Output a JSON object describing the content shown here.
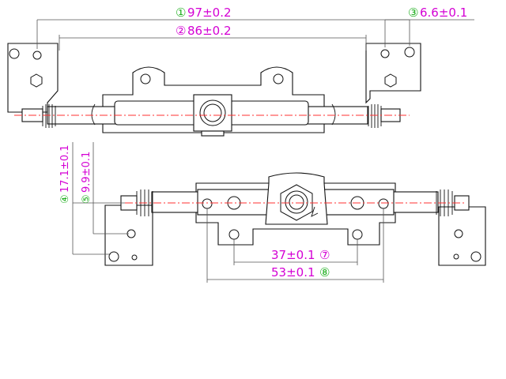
{
  "colors": {
    "dimension_primary": "#d400d4",
    "dimension_number_green": "#22b022",
    "centerline": "#ff3030",
    "outline": "#111111"
  },
  "dimensions": {
    "d1": {
      "num": "①",
      "text": "97±0.2"
    },
    "d2": {
      "num": "②",
      "text": "86±0.2"
    },
    "d3": {
      "num": "③",
      "text": "6.6±0.1"
    },
    "d4": {
      "num": "④",
      "text": "17.1±0.1"
    },
    "d5": {
      "num": "⑤",
      "text": "9.9±0.1"
    },
    "d7": {
      "text": "37±0.1",
      "num": "⑦"
    },
    "d8": {
      "text": "53±0.1",
      "num": "⑧"
    }
  }
}
